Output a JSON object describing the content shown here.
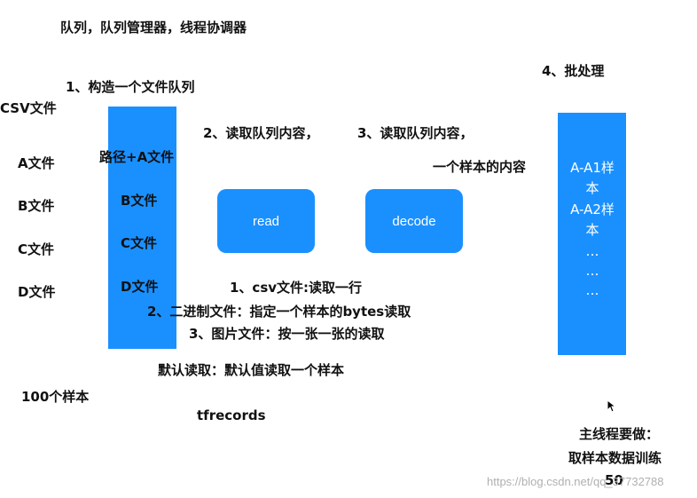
{
  "title": "队列，队列管理器，线程协调器",
  "step1": "1、构造一个文件队列",
  "step2": "2、读取队列内容，",
  "step3": "3、读取队列内容，",
  "step3_sub": "一个样本的内容",
  "step4": "4、批处理",
  "left_files": {
    "csv": "CSV文件",
    "a": "A文件",
    "b": "B文件",
    "c": "C文件",
    "d": "D文件",
    "count": "100个样本"
  },
  "queue": {
    "item1": "路径+A文件",
    "item2": "B文件",
    "item3": "C文件",
    "item4": "D文件"
  },
  "read_box": "read",
  "decode_box": "decode",
  "read_notes": {
    "n1": "1、csv文件:读取一行",
    "n2": "2、二进制文件：指定一个样本的bytes读取",
    "n3": "3、图片文件：按一张一张的读取",
    "default": "默认读取：默认值读取一个样本",
    "tfrecords": "tfrecords"
  },
  "batch": {
    "l1": "A-A1样",
    "l2": "本",
    "l3": "A-A2样",
    "l4": "本",
    "l5": "…",
    "l6": "…",
    "l7": "…"
  },
  "main_thread": {
    "l1": "主线程要做：",
    "l2": "取样本数据训练",
    "l3": "50"
  },
  "watermark": "https://blog.csdn.net/qq_37732788",
  "colors": {
    "accent": "#1a90ff"
  }
}
